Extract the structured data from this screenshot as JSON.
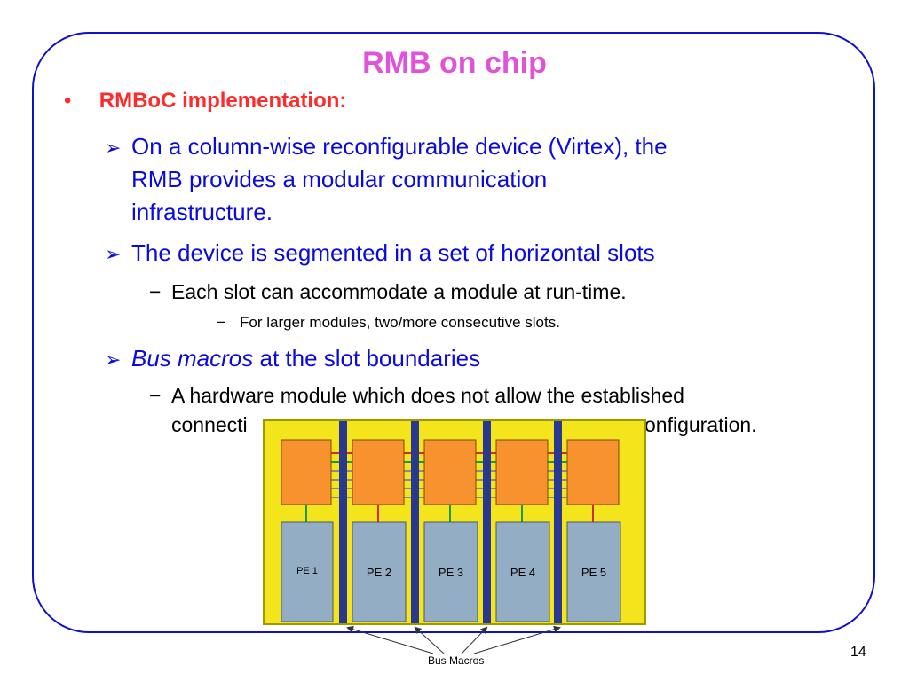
{
  "slide": {
    "title": "RMB on chip",
    "bullet_marker": "•",
    "heading": "RMBoC implementation:",
    "sub_marker": "➢",
    "dash": "−",
    "items": [
      {
        "line1": "On a column-wise reconfigurable device (Virtex), the",
        "line2": "RMB provides a modular communication",
        "line3": "infrastructure."
      },
      {
        "text": "The device is segmented in a set of horizontal slots"
      },
      {
        "text": "Each slot can accommodate a module at run-time."
      },
      {
        "text": "For larger modules, two/more consecutive slots."
      },
      {
        "italic": "Bus macros",
        "rest": " at the slot boundaries"
      },
      {
        "line1": "A hardware module which does not allow the established",
        "line2": "connecti",
        "line2_end": "onfiguration."
      }
    ],
    "page_number": "14"
  },
  "diagram": {
    "pe_labels": [
      "PE 1",
      "PE 2",
      "PE 3",
      "PE 4",
      "PE 5"
    ],
    "callout": "Bus Macros",
    "colors": {
      "background": "#f3e41c",
      "module": "#f7922e",
      "pe": "#93aec4",
      "bus": "#2a3990",
      "wire_red": "#d42a2a",
      "wire_green": "#1f9a3a"
    }
  }
}
